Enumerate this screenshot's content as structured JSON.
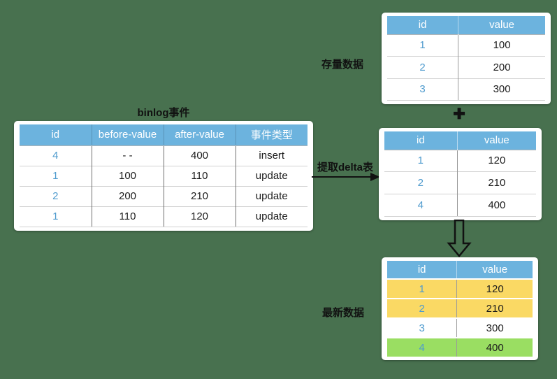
{
  "diagram": {
    "binlog": {
      "title": "binlog事件",
      "headers": [
        "id",
        "before-value",
        "after-value",
        "事件类型"
      ],
      "rows": [
        [
          "4",
          "- -",
          "400",
          "insert"
        ],
        [
          "1",
          "100",
          "110",
          "update"
        ],
        [
          "2",
          "200",
          "210",
          "update"
        ],
        [
          "1",
          "110",
          "120",
          "update"
        ]
      ]
    },
    "stock": {
      "label": "存量数据",
      "headers": [
        "id",
        "value"
      ],
      "rows": [
        [
          "1",
          "100"
        ],
        [
          "2",
          "200"
        ],
        [
          "3",
          "300"
        ]
      ]
    },
    "plus_symbol": "✚",
    "extract_arrow_label": "提取delta表",
    "delta": {
      "headers": [
        "id",
        "value"
      ],
      "rows": [
        [
          "1",
          "120"
        ],
        [
          "2",
          "210"
        ],
        [
          "4",
          "400"
        ]
      ]
    },
    "latest": {
      "label": "最新数据",
      "headers": [
        "id",
        "value"
      ],
      "rows": [
        {
          "id": "1",
          "value": "120",
          "highlight": "yellow"
        },
        {
          "id": "2",
          "value": "210",
          "highlight": "yellow"
        },
        {
          "id": "3",
          "value": "300",
          "highlight": "none"
        },
        {
          "id": "4",
          "value": "400",
          "highlight": "green"
        }
      ]
    },
    "colors": {
      "background": "#48714F",
      "header_blue": "#6CB3DE",
      "id_text_blue": "#4F9BCE",
      "highlight_yellow": "#FAD964",
      "highlight_green": "#9ADE62"
    }
  }
}
